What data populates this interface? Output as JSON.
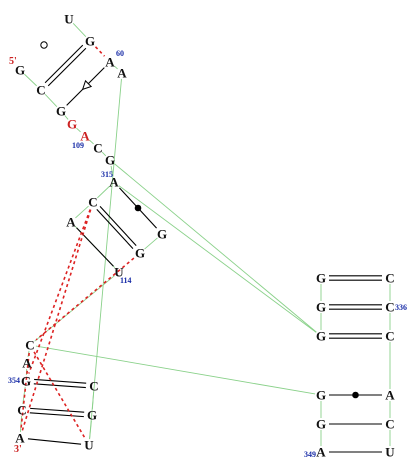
{
  "diagram": {
    "colors": {
      "nucleotide": "#111111",
      "highlight": "#cc2222",
      "number": "#1a2ea8",
      "end_label": "#cc2222",
      "backbone": "#8ad18a",
      "pair": "#000000",
      "tertiary": "#dd2222"
    },
    "nucleotides": [
      {
        "id": "n1",
        "base": "U"
      },
      {
        "id": "n2",
        "base": "G"
      },
      {
        "id": "n3",
        "base": "A"
      },
      {
        "id": "n4",
        "base": "A"
      },
      {
        "id": "n5",
        "base": "G"
      },
      {
        "id": "n6",
        "base": "C"
      },
      {
        "id": "n7",
        "base": "G"
      },
      {
        "id": "n8",
        "base": "G",
        "highlight": true
      },
      {
        "id": "n9",
        "base": "A",
        "highlight": true
      },
      {
        "id": "n10",
        "base": "C"
      },
      {
        "id": "n11",
        "base": "G"
      },
      {
        "id": "n12",
        "base": "A"
      },
      {
        "id": "n13",
        "base": "C"
      },
      {
        "id": "n14",
        "base": "A"
      },
      {
        "id": "n15",
        "base": "G"
      },
      {
        "id": "n16",
        "base": "G"
      },
      {
        "id": "n17",
        "base": "U"
      },
      {
        "id": "r1",
        "base": "G"
      },
      {
        "id": "r2",
        "base": "C"
      },
      {
        "id": "r3",
        "base": "G"
      },
      {
        "id": "r4",
        "base": "C"
      },
      {
        "id": "r5",
        "base": "G"
      },
      {
        "id": "r6",
        "base": "C"
      },
      {
        "id": "r7",
        "base": "G"
      },
      {
        "id": "r8",
        "base": "A"
      },
      {
        "id": "r9",
        "base": "G"
      },
      {
        "id": "r10",
        "base": "C"
      },
      {
        "id": "r11",
        "base": "A"
      },
      {
        "id": "r12",
        "base": "U"
      },
      {
        "id": "b1",
        "base": "C"
      },
      {
        "id": "b2",
        "base": "A"
      },
      {
        "id": "b3",
        "base": "G"
      },
      {
        "id": "b4",
        "base": "C"
      },
      {
        "id": "b5",
        "base": "C"
      },
      {
        "id": "b6",
        "base": "G"
      },
      {
        "id": "b7",
        "base": "A"
      },
      {
        "id": "b8",
        "base": "U"
      }
    ],
    "numbers": [
      {
        "id": "num60",
        "text": "60"
      },
      {
        "id": "num109",
        "text": "109"
      },
      {
        "id": "num315",
        "text": "315"
      },
      {
        "id": "num114",
        "text": "114"
      },
      {
        "id": "num336",
        "text": "336"
      },
      {
        "id": "num354",
        "text": "354"
      },
      {
        "id": "num349",
        "text": "349"
      }
    ],
    "end_labels": [
      {
        "id": "five",
        "text": "5'"
      },
      {
        "id": "three",
        "text": "3'"
      }
    ],
    "pairs": [
      {
        "a": "n2",
        "b": "n6",
        "style": "double"
      },
      {
        "a": "n3",
        "b": "n7",
        "style": "triangle"
      },
      {
        "a": "n13",
        "b": "n16",
        "style": "double"
      },
      {
        "a": "n12",
        "b": "n15",
        "style": "dot"
      },
      {
        "a": "n14",
        "b": "n17",
        "style": "single"
      },
      {
        "a": "r1",
        "b": "r2",
        "style": "double"
      },
      {
        "a": "r3",
        "b": "r4",
        "style": "double"
      },
      {
        "a": "r5",
        "b": "r6",
        "style": "double"
      },
      {
        "a": "r7",
        "b": "r8",
        "style": "dot"
      },
      {
        "a": "r9",
        "b": "r10",
        "style": "single"
      },
      {
        "a": "r11",
        "b": "r12",
        "style": "single"
      },
      {
        "a": "b3",
        "b": "b4",
        "style": "double"
      },
      {
        "a": "b5",
        "b": "b6",
        "style": "double"
      },
      {
        "a": "b7",
        "b": "b8",
        "style": "single"
      },
      {
        "a": "n2",
        "b": "n3",
        "style": "tertiary"
      },
      {
        "a": "n13",
        "b": "b3",
        "style": "tertiary"
      },
      {
        "a": "n13",
        "b": "b7",
        "style": "tertiary"
      },
      {
        "a": "n16",
        "b": "b1",
        "style": "tertiary"
      },
      {
        "a": "b1",
        "b": "b7",
        "style": "tertiary"
      },
      {
        "a": "b1",
        "b": "b8",
        "style": "tertiary"
      }
    ],
    "backbone": [
      [
        "n1",
        "n2"
      ],
      [
        "n3",
        "n4"
      ],
      [
        "n5",
        "n6"
      ],
      [
        "n6",
        "n7"
      ],
      [
        "n7",
        "n8"
      ],
      [
        "n8",
        "n9"
      ],
      [
        "n9",
        "n10"
      ],
      [
        "n10",
        "n11"
      ],
      [
        "n11",
        "n12"
      ],
      [
        "n12",
        "n13"
      ],
      [
        "n13",
        "n14"
      ],
      [
        "n14",
        "n17"
      ],
      [
        "n4",
        "b8"
      ],
      [
        "n11",
        "r5"
      ],
      [
        "n12",
        "r5"
      ],
      [
        "n17",
        "b1"
      ],
      [
        "r1",
        "r3"
      ],
      [
        "r3",
        "r5"
      ],
      [
        "r2",
        "r4"
      ],
      [
        "r4",
        "r6"
      ],
      [
        "r6",
        "r8"
      ],
      [
        "r8",
        "r10"
      ],
      [
        "r10",
        "r12"
      ],
      [
        "r7",
        "r9"
      ],
      [
        "r9",
        "r11"
      ],
      [
        "b1",
        "r7"
      ],
      [
        "b1",
        "b2"
      ],
      [
        "b2",
        "b3"
      ],
      [
        "b3",
        "b5"
      ],
      [
        "b5",
        "b7"
      ],
      [
        "b4",
        "b6"
      ],
      [
        "b6",
        "b8"
      ],
      [
        "n15",
        "n16"
      ]
    ]
  }
}
